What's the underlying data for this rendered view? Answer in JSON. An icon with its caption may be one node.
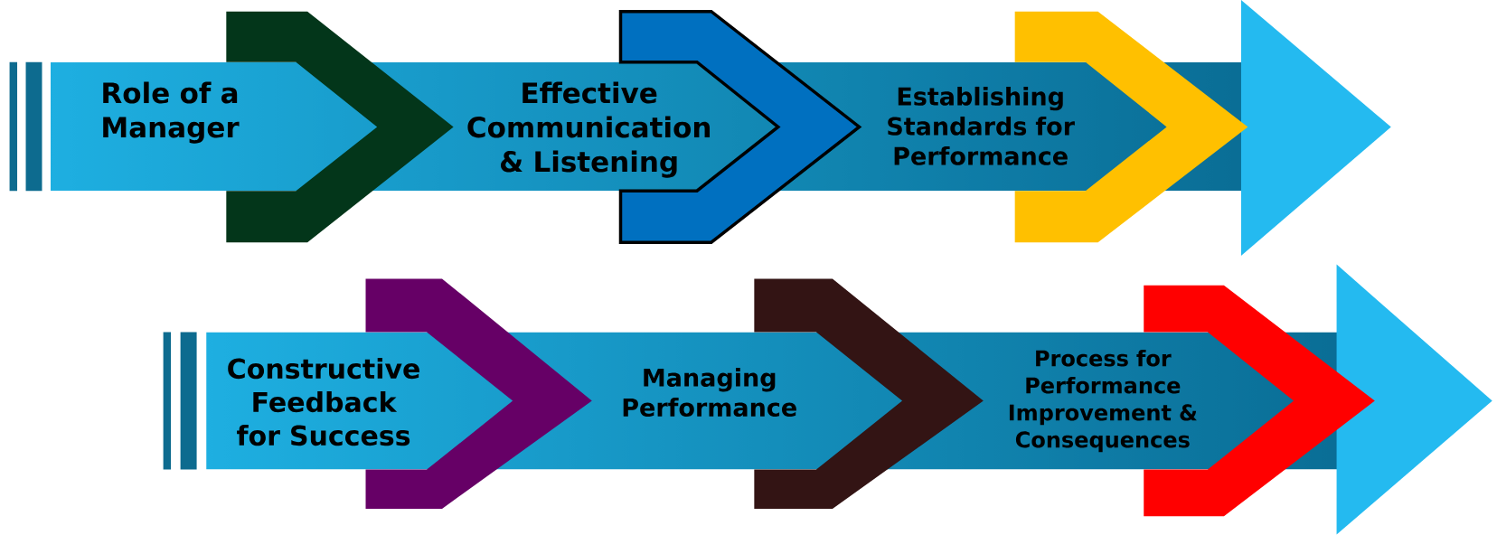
{
  "diagram": {
    "nodes": [
      {
        "text": [
          "Role of a Manager"
        ]
      },
      {
        "text": [
          "Effective Communication & Listening"
        ]
      },
      {
        "text": [
          "Establishing Standards for Performance"
        ]
      },
      {
        "text": [
          "Constructive Feedback for Success"
        ]
      },
      {
        "text": [
          "Managing Performance"
        ]
      },
      {
        "text": [
          "Process for Performance Improvement & Consequences"
        ]
      }
    ],
    "edges": [
      {
        "from": 0,
        "to": 1,
        "arrow": "to",
        "color": "#03361a"
      },
      {
        "from": 1,
        "to": 2,
        "arrow": "to",
        "color": "#0070c0",
        "style": "thick"
      },
      {
        "from": 2,
        "to": null,
        "arrow": "to",
        "color": "#ffc000"
      },
      {
        "from": 3,
        "to": 4,
        "arrow": "to",
        "color": "#660066"
      },
      {
        "from": 4,
        "to": 5,
        "arrow": "to",
        "color": "#331414"
      },
      {
        "from": 5,
        "to": null,
        "arrow": "to",
        "color": "#ff0000"
      }
    ]
  }
}
